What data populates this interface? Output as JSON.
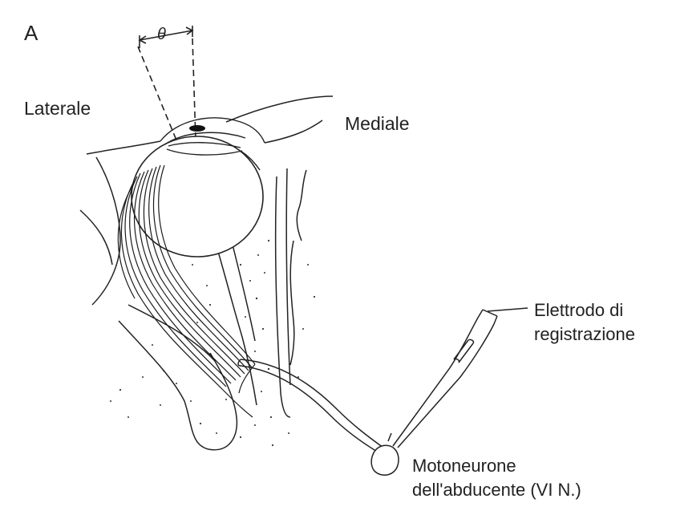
{
  "figure": {
    "panel_letter": "A",
    "angle_symbol": "θ",
    "labels": {
      "lateral": "Laterale",
      "medial": "Mediale",
      "electrode_line1": "Elettrodo di",
      "electrode_line2": "registrazione",
      "motoneuron_line1": "Motoneurone",
      "motoneuron_line2": "dell'abducente (VI N.)"
    }
  }
}
